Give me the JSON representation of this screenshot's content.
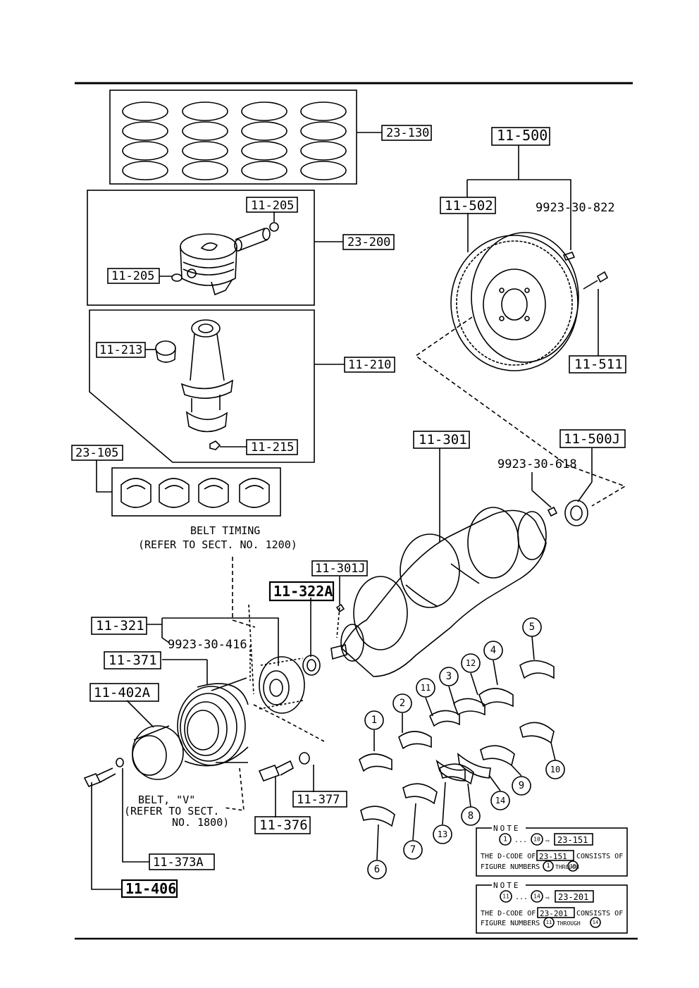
{
  "parts": {
    "p_23_130": "23-130",
    "p_11_205_top": "11-205",
    "p_11_205_left": "11-205",
    "p_23_200": "23-200",
    "p_11_213": "11-213",
    "p_11_210": "11-210",
    "p_11_215": "11-215",
    "p_23_105": "23-105",
    "p_11_500": "11-500",
    "p_11_502": "11-502",
    "p_9923_30_822": "9923-30-822",
    "p_11_511": "11-511",
    "p_11_301": "11-301",
    "p_11_500J": "11-500J",
    "p_9923_30_618": "9923-30-618",
    "p_11_301J": "11-301J",
    "p_11_322A": "11-322A",
    "p_11_321": "11-321",
    "p_9923_30_416": "9923-30-416",
    "p_11_371": "11-371",
    "p_11_402A": "11-402A",
    "p_11_377": "11-377",
    "p_11_376": "11-376",
    "p_11_373A": "11-373A",
    "p_11_406": "11-406"
  },
  "annotations": {
    "belt_timing_1": "BELT TIMING",
    "belt_timing_2": "(REFER TO SECT. NO. 1200)",
    "belt_v_1": "BELT, \"V\"",
    "belt_v_2": "(REFER TO SECT.",
    "belt_v_3": "NO. 1800)"
  },
  "bearing_numbers": [
    "1",
    "2",
    "3",
    "4",
    "5",
    "6",
    "7",
    "8",
    "9",
    "10",
    "11",
    "12",
    "13",
    "14"
  ],
  "notes": [
    {
      "heading": "NOTE",
      "range_from": "1",
      "range_sep": "...",
      "range_to": "10",
      "arrow": "⇨",
      "code": "23-151",
      "line1_a": "THE D-CODE OF",
      "line1_b": "CONSISTS OF",
      "line2_a": "FIGURE NUMBERS",
      "line2_b": "THROUGH",
      "from_num": "1",
      "to_num": "10"
    },
    {
      "heading": "NOTE",
      "range_from": "11",
      "range_sep": "...",
      "range_to": "14",
      "arrow": "⇨",
      "code": "23-201",
      "line1_a": "THE D-CODE OF",
      "line1_b": "CONSISTS OF",
      "line2_a": "FIGURE NUMBERS",
      "line2_b": "THROUGH",
      "from_num": "11",
      "to_num": "14"
    }
  ]
}
